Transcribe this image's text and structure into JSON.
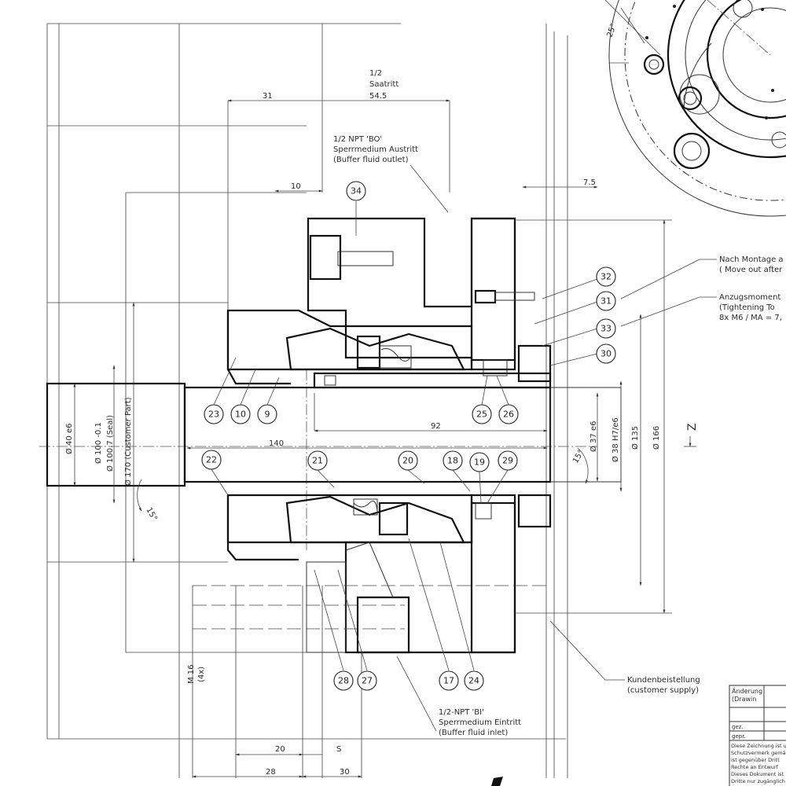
{
  "callouts": [
    "34",
    "32",
    "31",
    "33",
    "30",
    "23",
    "10",
    "9",
    "25",
    "26",
    "22",
    "21",
    "20",
    "18",
    "19",
    "29",
    "28",
    "27",
    "17",
    "24"
  ],
  "dimensions": {
    "d_31": "31",
    "sastritt_top": "1/2",
    "sastritt_label": "Saatritt",
    "d_54_5": "54.5",
    "d_10": "10",
    "d_7_5": "7.5",
    "d_92": "92",
    "d_140": "140",
    "d_20": "20",
    "d_s": "S",
    "d_28": "28",
    "d_30": "30",
    "ang_15a": "15°",
    "ang_15b": "15°",
    "ang_25": "25°",
    "z_label": "Z",
    "vert": {
      "d40": "Ø 40 e6",
      "d100": "Ø 100 -0.1",
      "d100b": "Ø 100.7 (Seal)",
      "d170": "Ø 170 (Customer Part)",
      "d37": "Ø 37 e6",
      "d38": "Ø 38 H7/e6",
      "d135": "Ø 135",
      "d166": "Ø 166",
      "m16": "M 16",
      "m16b": "(4x)"
    }
  },
  "notes": {
    "outlet_1": "1/2 NPT 'BO'",
    "outlet_2": "Sperrmedium Austritt",
    "outlet_3": "(Buffer fluid outlet)",
    "inlet_1": "1/2-NPT 'BI'",
    "inlet_2": "Sperrmedium Eintritt",
    "inlet_3": "(Buffer fluid inlet)",
    "montage_1": "Nach Montage a",
    "montage_2": "( Move out after",
    "anzug_1": "Anzugsmoment",
    "anzug_2": "(Tightening To",
    "anzug_3": "8x M6 / MA = 7,",
    "kunden_1": "Kundenbeistellung",
    "kunden_2": "(customer supply)"
  },
  "title_block": {
    "aenderung_1": "Änderung",
    "aenderung_2": "(Drawin",
    "row_1": "gez.",
    "row_2": "gepr.",
    "small_1": "Diese Zeichnung ist u",
    "small_2": "Schutzvermerk gemäß",
    "small_3": "ist gegenüber Dritt",
    "small_4": "Rechte an Entwurf",
    "small_5": "Dieses Dokument ist",
    "small_6": "Dritte nur zugänglich"
  }
}
